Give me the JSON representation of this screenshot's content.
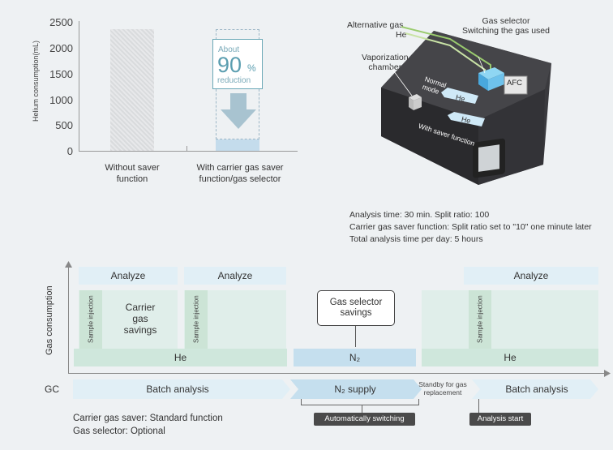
{
  "chart_data": {
    "type": "bar",
    "categories": [
      "Without saver function",
      "With carrier gas saver function/gas selector"
    ],
    "values": [
      2350,
      220
    ],
    "ylabel": "Helium consumption(mL)",
    "yticks": [
      "2500",
      "2000",
      "1500",
      "1000",
      "500",
      "0"
    ],
    "ylim": [
      0,
      2500
    ],
    "annotation": {
      "line1": "About",
      "big": "90",
      "pct": "%",
      "line2": "reduction"
    }
  },
  "chart_labels": {
    "cat1_line1": "Without saver",
    "cat1_line2": "function",
    "cat2_line1": "With carrier gas saver",
    "cat2_line2": "function/gas selector"
  },
  "instrument": {
    "alt_gas": "Alternative gas",
    "he": "He",
    "gas_selector_line1": "Gas selector",
    "gas_selector_line2": "Switching the gas used",
    "vapor_line1": "Vaporization",
    "vapor_line2": "chamber",
    "normal_mode_1": "Normal",
    "normal_mode_2": "mode",
    "he_arrow1": "He",
    "he_arrow2": "He",
    "saver_function": "With saver function",
    "afc": "AFC"
  },
  "conditions": {
    "line1": "Analysis time: 30 min. Split ratio: 100",
    "line2": "Carrier gas saver function: Split ratio set to \"10\" one minute later",
    "line3": "Total analysis time per day: 5 hours"
  },
  "timeline": {
    "ylabel": "Gas consumption",
    "analyze": "Analyze",
    "sample_injection": "Sample injection",
    "carrier_savings_1": "Carrier",
    "carrier_savings_2": "gas",
    "carrier_savings_3": "savings",
    "gas_selector_savings_1": "Gas selector",
    "gas_selector_savings_2": "savings",
    "he": "He",
    "n2": "N₂",
    "gc": "GC",
    "batch_analysis": "Batch analysis",
    "n2_supply": "N₂ supply",
    "standby_1": "Standby for gas",
    "standby_2": "replacement",
    "auto_switching": "Automatically switching",
    "analysis_start": "Analysis start",
    "note1": "Carrier gas saver: Standard function",
    "note2": "Gas selector: Optional"
  }
}
